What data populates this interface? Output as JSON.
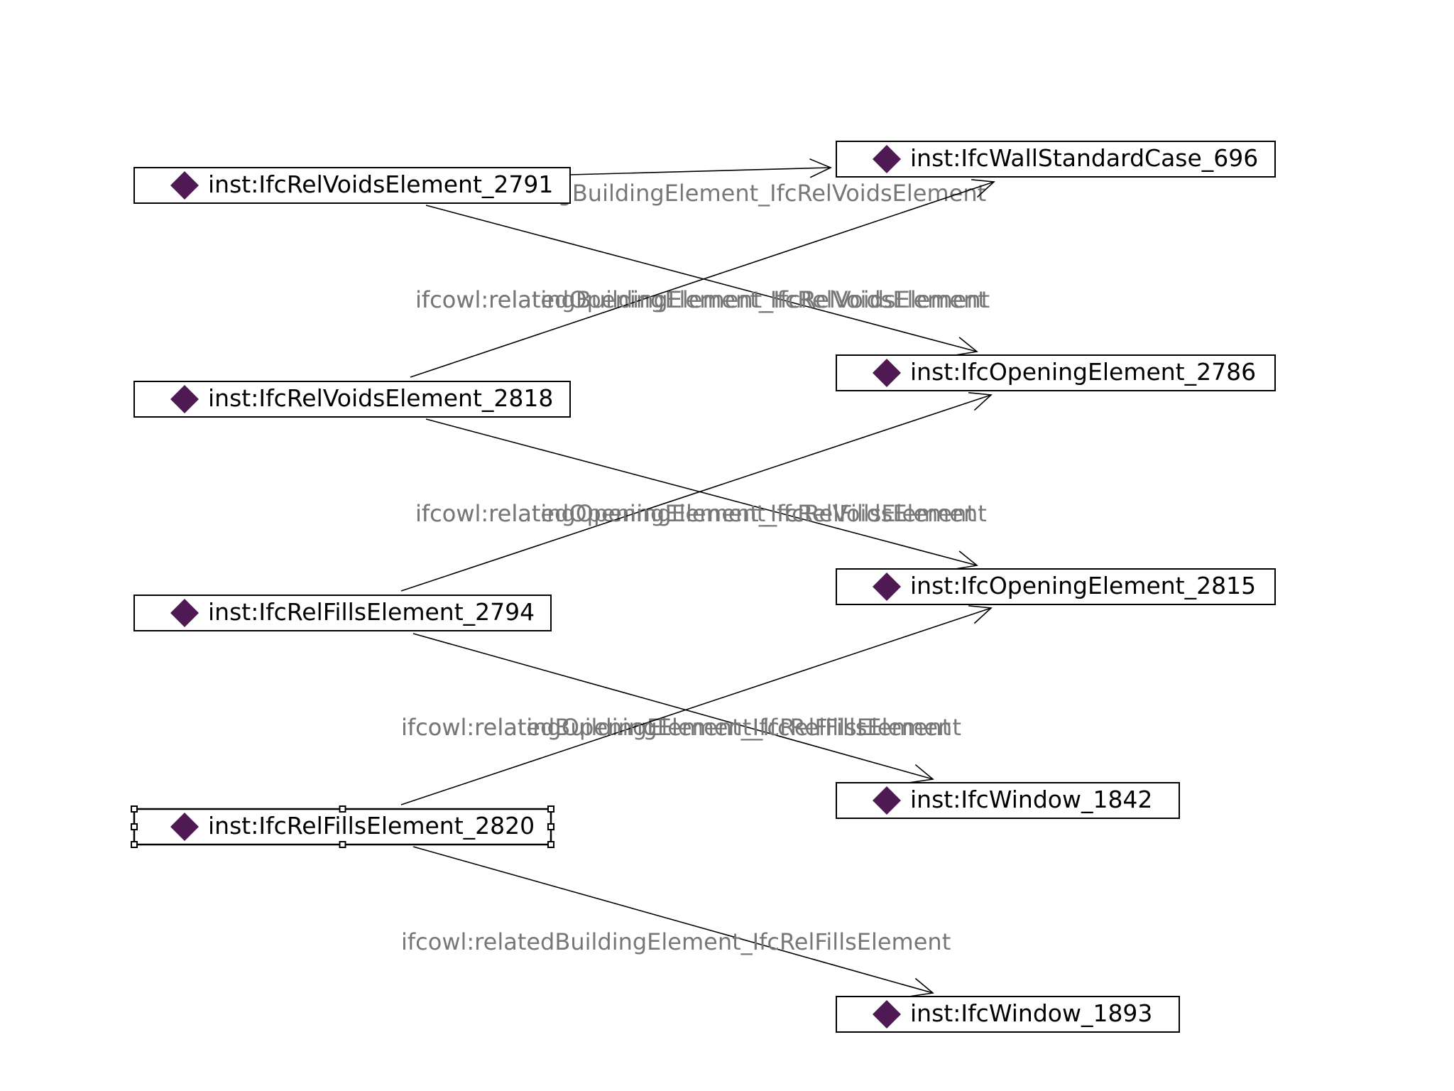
{
  "diagram": {
    "accent": "#4f1a53",
    "nodes": [
      {
        "id": "rv2791",
        "label": "inst:IfcRelVoidsElement_2791",
        "selected": false
      },
      {
        "id": "rv2818",
        "label": "inst:IfcRelVoidsElement_2818",
        "selected": false
      },
      {
        "id": "rf2794",
        "label": "inst:IfcRelFillsElement_2794",
        "selected": false
      },
      {
        "id": "rf2820",
        "label": "inst:IfcRelFillsElement_2820",
        "selected": true
      },
      {
        "id": "wall696",
        "label": "inst:IfcWallStandardCase_696",
        "selected": false
      },
      {
        "id": "op2786",
        "label": "inst:IfcOpeningElement_2786",
        "selected": false
      },
      {
        "id": "op2815",
        "label": "inst:IfcOpeningElement_2815",
        "selected": false
      },
      {
        "id": "win1842",
        "label": "inst:IfcWindow_1842",
        "selected": false
      },
      {
        "id": "win1893",
        "label": "inst:IfcWindow_1893",
        "selected": false
      }
    ],
    "edges": [
      {
        "from": "rv2791",
        "to": "wall696",
        "label": "ifcowl:relatingBuildingElement_IfcRelVoidsElement"
      },
      {
        "from": "rv2791",
        "to": "op2786",
        "label": "ifcowl:relatedOpeningElement_IfcRelVoidsElement"
      },
      {
        "from": "rv2818",
        "to": "wall696",
        "label": "ifcowl:relatingBuildingElement_IfcRelVoidsElement"
      },
      {
        "from": "rv2818",
        "to": "op2815",
        "label": "ifcowl:relatedOpeningElement_IfcRelVoidsElement"
      },
      {
        "from": "rf2794",
        "to": "op2786",
        "label": "ifcowl:relatingOpeningElement_IfcRelFillsElement"
      },
      {
        "from": "rf2794",
        "to": "win1842",
        "label": "ifcowl:relatedBuildingElement_IfcRelFillsElement"
      },
      {
        "from": "rf2820",
        "to": "op2815",
        "label": "ifcowl:relatingOpeningElement_IfcRelFillsElement"
      },
      {
        "from": "rf2820",
        "to": "win1893",
        "label": "ifcowl:relatedBuildingElement_IfcRelFillsElement"
      }
    ]
  }
}
